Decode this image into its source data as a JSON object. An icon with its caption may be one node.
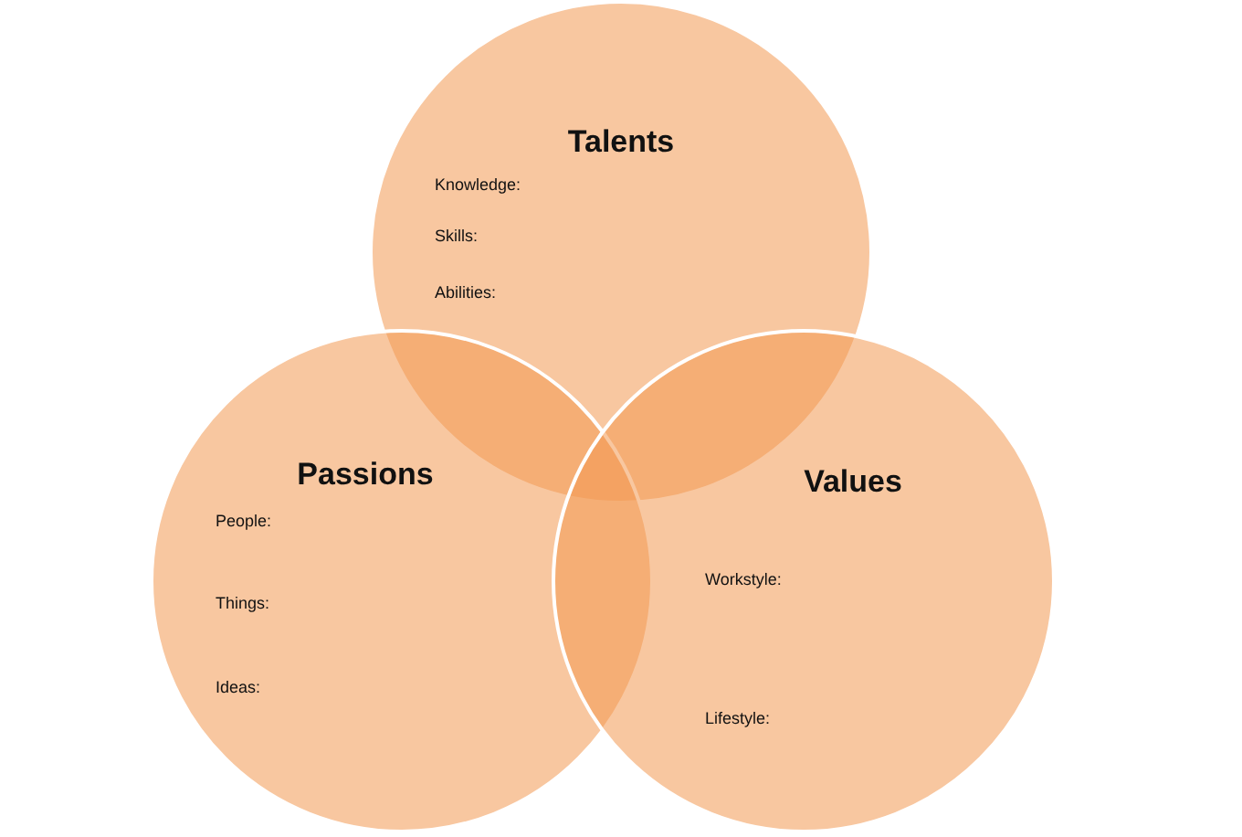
{
  "diagram": {
    "nodes": [
      {
        "text": [
          "Talents",
          "Knowledge:",
          "Skills:",
          "Abilities:"
        ]
      },
      {
        "text": [
          "Passions",
          "People:",
          "Things:",
          "Ideas:"
        ]
      },
      {
        "text": [
          "Values",
          "Workstyle:",
          "Lifestyle:"
        ]
      }
    ],
    "edges": []
  }
}
